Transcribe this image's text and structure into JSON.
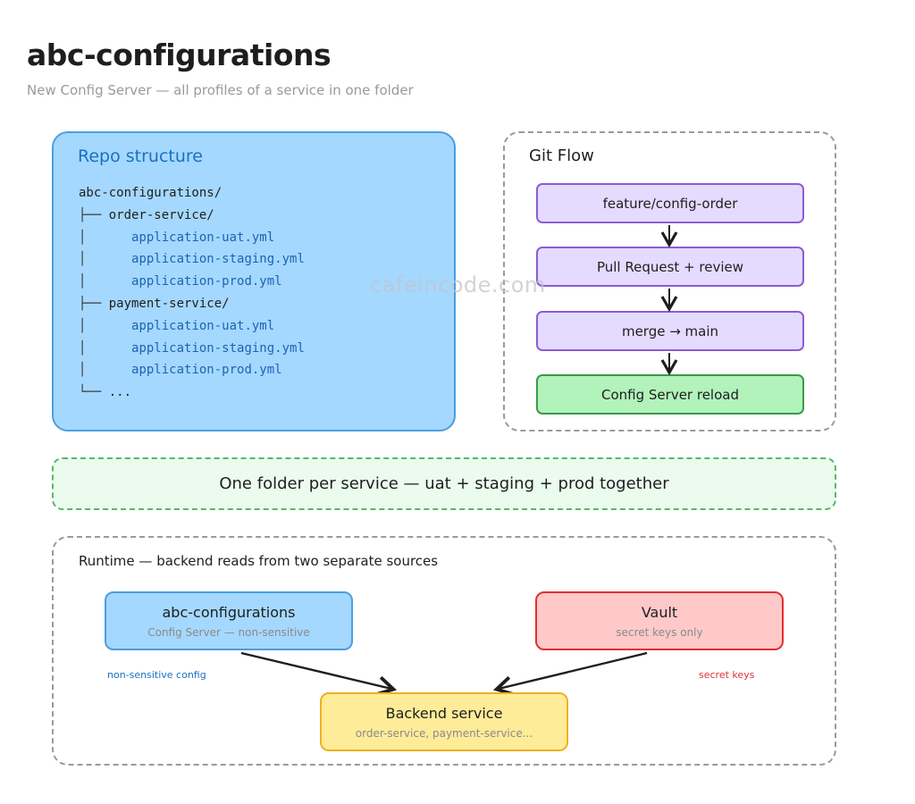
{
  "header": {
    "title": "abc-configurations",
    "subtitle": "New Config Server — all profiles of a service in one folder"
  },
  "repo": {
    "title": "Repo structure",
    "tree": [
      {
        "prefix": "",
        "name": "abc-configurations/",
        "kind": "dir"
      },
      {
        "prefix": "├── ",
        "name": "order-service/",
        "kind": "dir"
      },
      {
        "prefix": "│      ",
        "name": "application-uat.yml",
        "kind": "file"
      },
      {
        "prefix": "│      ",
        "name": "application-staging.yml",
        "kind": "file"
      },
      {
        "prefix": "│      ",
        "name": "application-prod.yml",
        "kind": "file"
      },
      {
        "prefix": "├── ",
        "name": "payment-service/",
        "kind": "dir"
      },
      {
        "prefix": "│      ",
        "name": "application-uat.yml",
        "kind": "file"
      },
      {
        "prefix": "│      ",
        "name": "application-staging.yml",
        "kind": "file"
      },
      {
        "prefix": "│      ",
        "name": "application-prod.yml",
        "kind": "file"
      },
      {
        "prefix": "└── ",
        "name": "...",
        "kind": "dir"
      }
    ]
  },
  "git_flow": {
    "title": "Git Flow",
    "steps": [
      "feature/config-order",
      "Pull Request + review",
      "merge → main",
      "Config Server reload"
    ]
  },
  "banner": {
    "text": "One folder per service — uat + staging + prod together"
  },
  "runtime": {
    "title": "Runtime — backend reads from two separate sources",
    "config_node": {
      "title": "abc-configurations",
      "subtitle": "Config Server — non-sensitive"
    },
    "vault_node": {
      "title": "Vault",
      "subtitle": "secret keys only"
    },
    "backend_node": {
      "title": "Backend service",
      "subtitle": "order-service, payment-service..."
    },
    "label_left": "non-sensitive config",
    "label_right": "secret keys"
  },
  "watermark": "cafeincode.com",
  "colors": {
    "blue_fill": "#a5d8ff",
    "purple_fill": "#e5dbff",
    "green_fill": "#b2f2bb",
    "red_fill": "#ffc9c9",
    "yellow_fill": "#ffec99",
    "accent_blue": "#1971c2",
    "accent_red": "#e03131"
  }
}
